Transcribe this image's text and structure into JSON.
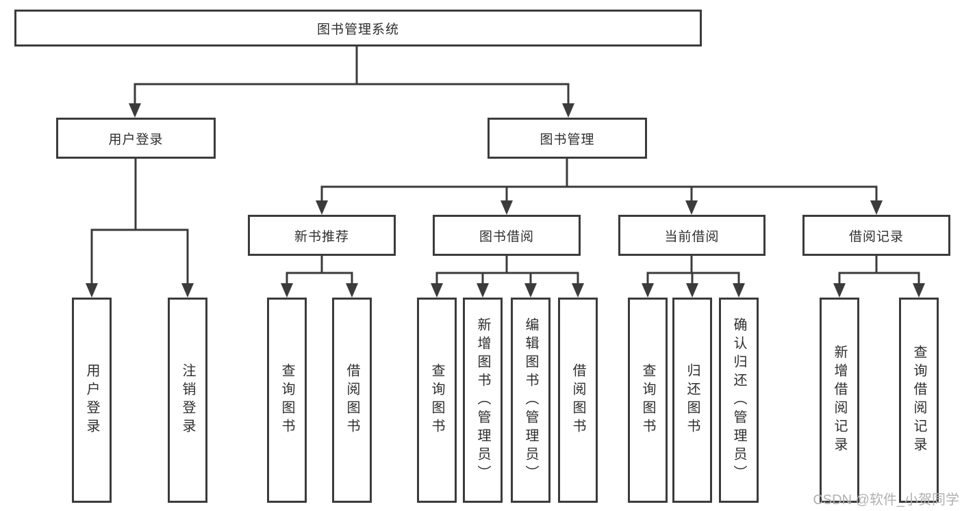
{
  "tree": {
    "root": {
      "label": "图书管理系统"
    },
    "user_login": {
      "label": "用户登录",
      "children": [
        {
          "label": "用户登录"
        },
        {
          "label": "注销登录"
        }
      ]
    },
    "book_management": {
      "label": "图书管理",
      "children": [
        {
          "label": "新书推荐",
          "children": [
            {
              "label": "查询图书"
            },
            {
              "label": "借阅图书"
            }
          ]
        },
        {
          "label": "图书借阅",
          "children": [
            {
              "label": "查询图书"
            },
            {
              "label": "新增图书（管理员）"
            },
            {
              "label": "编辑图书（管理员）"
            },
            {
              "label": "借阅图书"
            }
          ]
        },
        {
          "label": "当前借阅",
          "children": [
            {
              "label": "查询图书"
            },
            {
              "label": "归还图书"
            },
            {
              "label": "确认归还（管理员）"
            }
          ]
        },
        {
          "label": "借阅记录",
          "children": [
            {
              "label": "新增借阅记录"
            },
            {
              "label": "查询借阅记录"
            }
          ]
        }
      ]
    }
  },
  "watermark": "CSDN @软件_小贺同学",
  "colors": {
    "line": "#3b3b3b",
    "box_border": "#3b3b3b",
    "text": "#2e2e2e",
    "watermark_text": "#b0b0b0",
    "background": "#ffffff"
  }
}
